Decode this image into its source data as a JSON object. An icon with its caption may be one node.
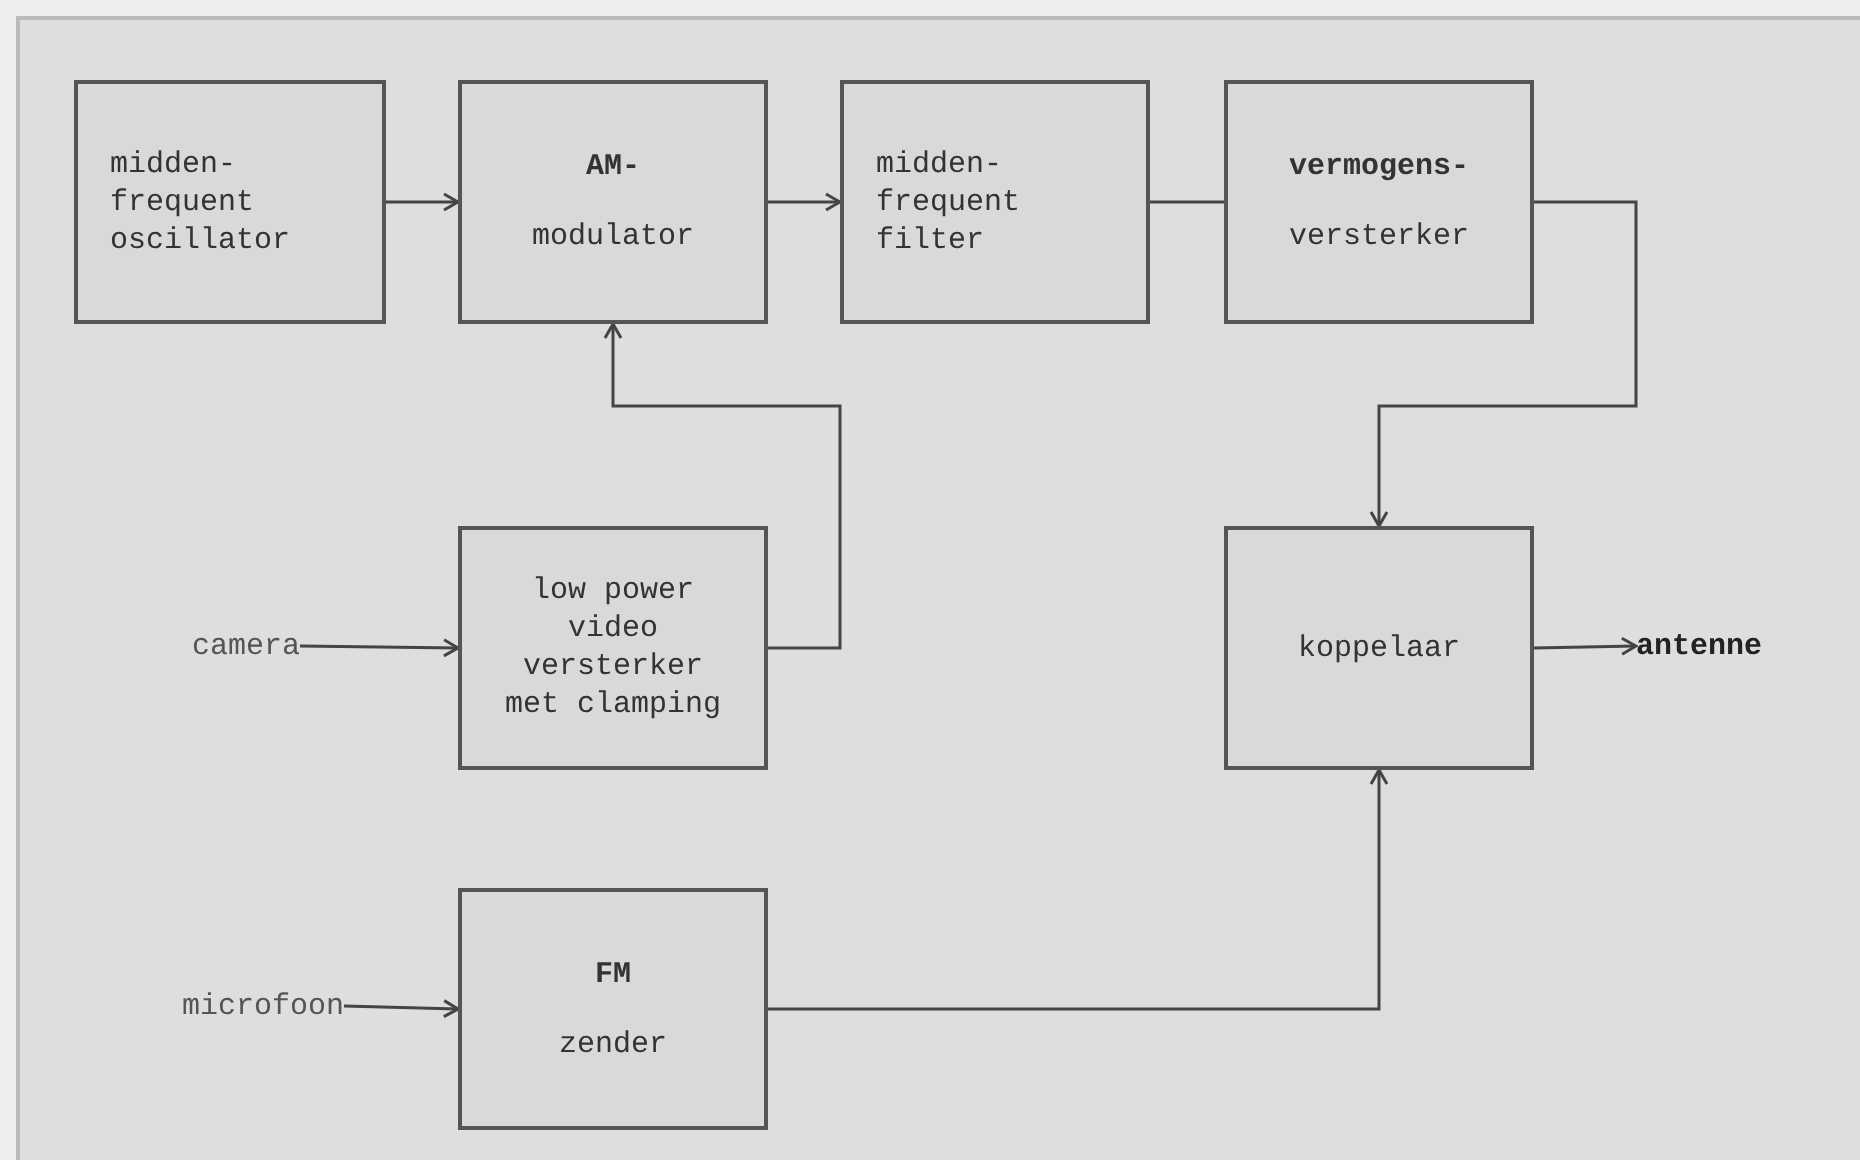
{
  "diagram": {
    "nodes": [
      {
        "text": [
          "midden- frequent oscillator"
        ]
      },
      {
        "text": [
          "AM-",
          "modulator"
        ]
      },
      {
        "text": [
          "midden- frequent filter"
        ]
      },
      {
        "text": [
          "vermogens-",
          "versterker"
        ]
      },
      {
        "text": [
          "low power video versterker met clamping"
        ]
      },
      {
        "text": [
          "koppelaar"
        ]
      },
      {
        "text": [
          "FM",
          "zender"
        ]
      },
      {
        "text": [
          "camera"
        ]
      },
      {
        "text": [
          "microfoon"
        ]
      },
      {
        "text": [
          "antenne"
        ]
      }
    ],
    "edges": [
      {
        "from": 0,
        "to": 1,
        "arrow": "to"
      },
      {
        "from": 1,
        "to": 2,
        "arrow": "to"
      },
      {
        "from": 2,
        "to": 3,
        "arrow": "none"
      },
      {
        "from": 3,
        "to": 5,
        "arrow": "to"
      },
      {
        "from": 4,
        "to": 1,
        "arrow": "to"
      },
      {
        "from": 7,
        "to": 4,
        "arrow": "to"
      },
      {
        "from": 8,
        "to": 6,
        "arrow": "to"
      },
      {
        "from": 6,
        "to": 5,
        "arrow": "to"
      },
      {
        "from": 5,
        "to": 9,
        "arrow": "to"
      }
    ]
  }
}
